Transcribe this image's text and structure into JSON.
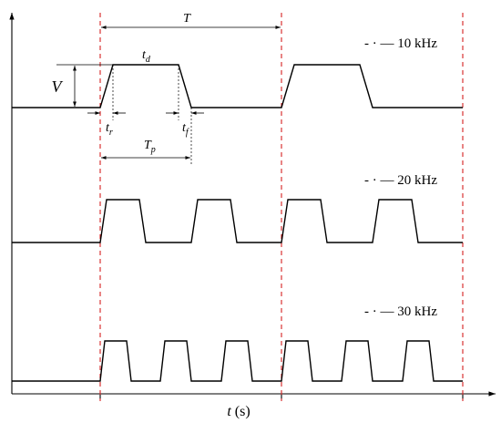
{
  "diagram": {
    "symbols": {
      "period": "T",
      "amplitude": "V",
      "dwell": "t",
      "dwell_sub": "d",
      "rise": "t",
      "rise_sub": "r",
      "fall": "t",
      "fall_sub": "f",
      "pulse": "T",
      "pulse_sub": "p"
    },
    "legend_marker": "- · —",
    "traces": [
      {
        "label": "10 kHz"
      },
      {
        "label": "20 kHz"
      },
      {
        "label": "30 kHz"
      }
    ],
    "xaxis": {
      "var": "t",
      "unit": " (s)"
    }
  }
}
